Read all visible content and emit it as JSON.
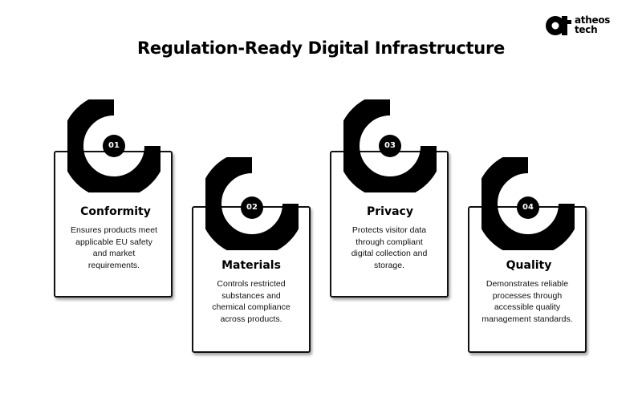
{
  "logo": {
    "brand_line1": "atheos",
    "brand_line2": "tech"
  },
  "title": "Regulation-Ready Digital Infrastructure",
  "accent_color": "#000000",
  "steps": [
    {
      "number": "01",
      "heading": "Conformity",
      "desc": [
        "Ensures products meet",
        "applicable EU safety",
        "and market",
        "requirements."
      ]
    },
    {
      "number": "02",
      "heading": "Materials",
      "desc": [
        "Controls restricted",
        "substances and",
        "chemical compliance",
        "across products."
      ]
    },
    {
      "number": "03",
      "heading": "Privacy",
      "desc": [
        "Protects visitor data",
        "through compliant",
        "digital collection and",
        "storage."
      ]
    },
    {
      "number": "04",
      "heading": "Quality",
      "desc": [
        "Demonstrates reliable",
        "processes through",
        "accessible quality",
        "management standards."
      ]
    }
  ]
}
